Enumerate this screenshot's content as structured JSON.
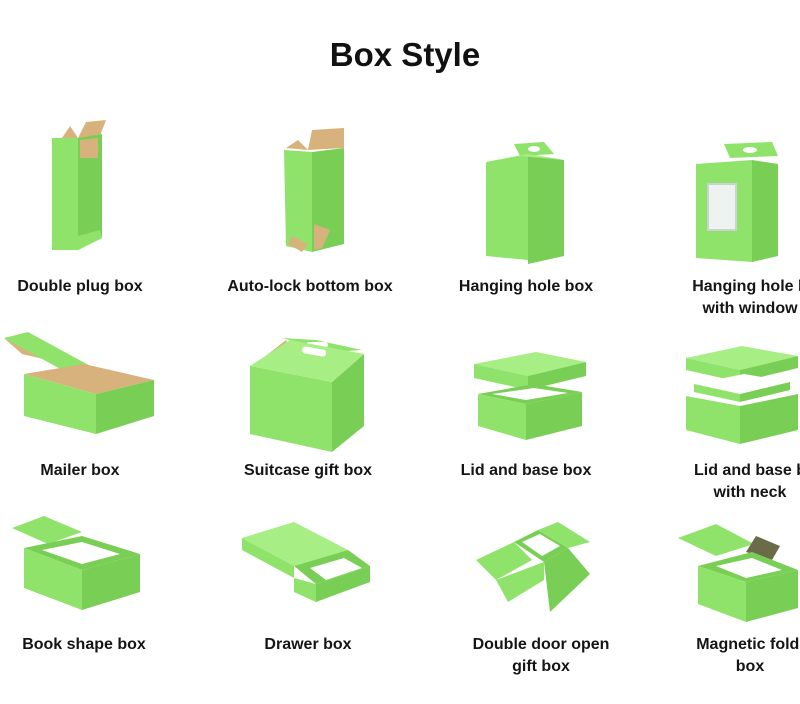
{
  "title": "Box Style",
  "colors": {
    "green_front": "#8fe36a",
    "green_side": "#79cf55",
    "green_top": "#a7ee85",
    "kraft": "#d8b27d",
    "inner": "#ffffff"
  },
  "items": [
    {
      "lines": [
        "Double plug box"
      ],
      "icon": "double-plug-box-illustration"
    },
    {
      "lines": [
        "Auto-lock bottom box"
      ],
      "icon": "auto-lock-bottom-box-illustration"
    },
    {
      "lines": [
        "Hanging hole box"
      ],
      "icon": "hanging-hole-box-illustration"
    },
    {
      "lines": [
        "Hanging hole b",
        "with window"
      ],
      "icon": "hanging-hole-window-box-illustration"
    },
    {
      "lines": [
        "Mailer box"
      ],
      "icon": "mailer-box-illustration"
    },
    {
      "lines": [
        "Suitcase gift box"
      ],
      "icon": "suitcase-gift-box-illustration"
    },
    {
      "lines": [
        "Lid and base box"
      ],
      "icon": "lid-and-base-box-illustration"
    },
    {
      "lines": [
        "Lid and base b",
        "with neck"
      ],
      "icon": "lid-base-neck-box-illustration"
    },
    {
      "lines": [
        "Book shape box"
      ],
      "icon": "book-shape-box-illustration"
    },
    {
      "lines": [
        "Drawer box"
      ],
      "icon": "drawer-box-illustration"
    },
    {
      "lines": [
        "Double door open",
        "gift box"
      ],
      "icon": "double-door-gift-box-illustration"
    },
    {
      "lines": [
        "Magnetic foldi",
        "box"
      ],
      "icon": "magnetic-folding-box-illustration"
    }
  ]
}
